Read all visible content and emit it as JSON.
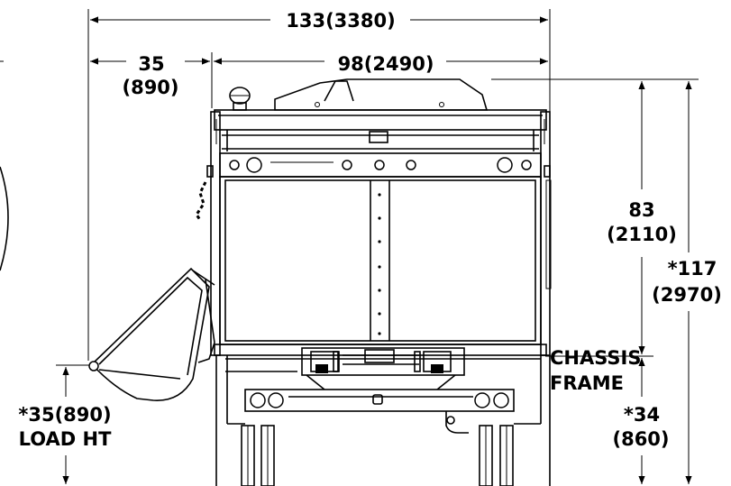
{
  "drawing": {
    "dims": {
      "overall_width": "133(3380)",
      "side_width": "35",
      "side_width_mm": "(890)",
      "body_width": "98(2490)",
      "body_height": "83",
      "body_height_mm": "(2110)",
      "total_height": "*117",
      "total_height_mm": "(2970)",
      "load_height": "*35(890)",
      "load_height_label": "LOAD HT",
      "frame_height": "*34",
      "frame_height_mm": "(860)",
      "chassis_label": "CHASSIS",
      "frame_label": "FRAME"
    },
    "colors": {
      "line": "#000000",
      "background": "#ffffff"
    }
  }
}
